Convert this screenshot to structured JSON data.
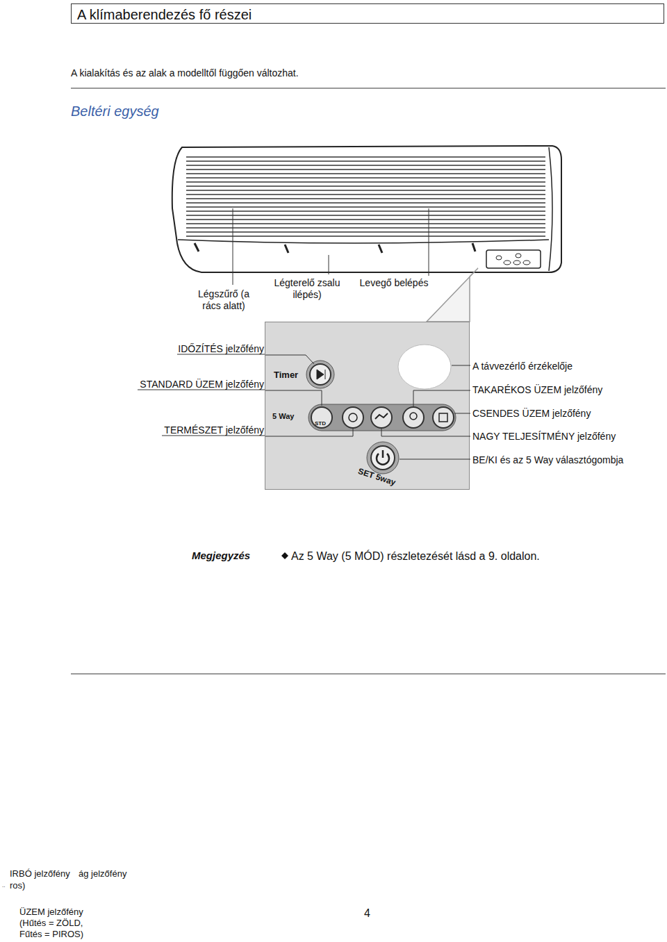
{
  "diagram": {
    "title": "A klímaberendezés fő részei",
    "nodes": [
      {
        "text": [
          "Timer",
          "5 Way",
          "STD",
          "SET 5way"
        ]
      }
    ],
    "labels": [
      "A kialakítás és az alak a modelltől függően változhat.",
      "Beltéri egység",
      "Légszűrő (a rács alatt)",
      "Légterelő zsalu ilépés)",
      "Levegő belépés",
      "IDŐZÍTÉS jelzőfény",
      "STANDARD ÜZEM jelzőfény",
      "TERMÉSZET jelzőfény",
      "A távvezérlő érzékelője",
      "TAKARÉKOS ÜZEM jelzőfény",
      "CSENDES ÜZEM jelzőfény",
      "NAGY TELJESÍTMÉNY jelzőfény",
      "BE/KI és az 5 Way választógombja",
      "Megjegyzés",
      "Az 5 Way (5 MÓD) részletezését lásd a 9. oldalon.",
      "IRBÓ jelzőfény",
      "ág jelzőfény",
      "ros)",
      "..",
      "ÜZEM jelzőfény (Hűtés = ZÖLD, Fűtés = PIROS)",
      "4"
    ]
  }
}
